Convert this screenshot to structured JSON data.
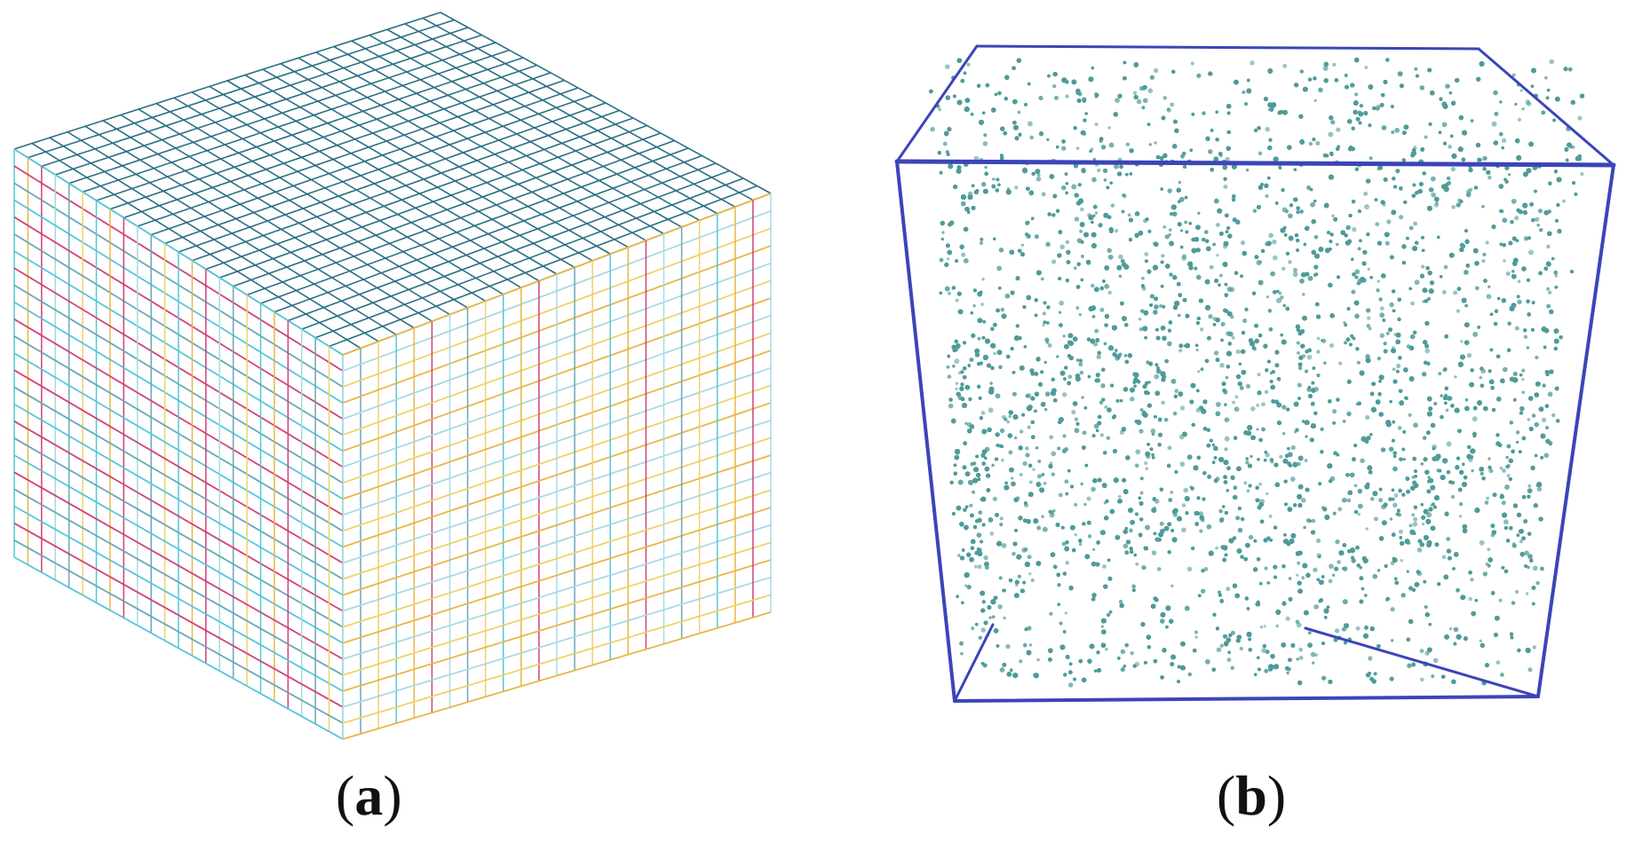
{
  "panels": [
    {
      "id": "a",
      "label_open": "(",
      "label_letter": "a",
      "label_close": ")"
    },
    {
      "id": "b",
      "label_open": "(",
      "label_letter": "b",
      "label_close": ")"
    }
  ],
  "colors": {
    "grid_top": "#2a6f86",
    "grid_side_palette": [
      "#57c7d9",
      "#e8b64a",
      "#d0417a",
      "#a6dbe4",
      "#6aa7b8",
      "#f1d06b"
    ],
    "box_edge": "#3b45b8",
    "particle": "#4f9b9a"
  },
  "grid": {
    "divisions": 24
  }
}
